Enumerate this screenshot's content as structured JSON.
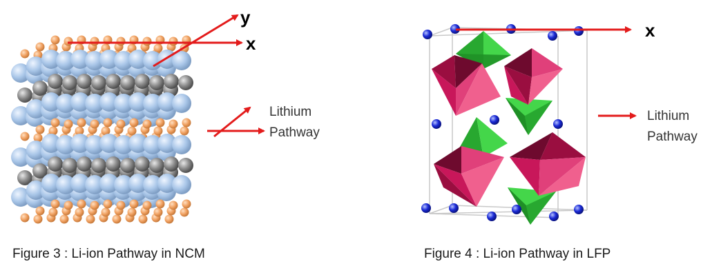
{
  "figure3": {
    "caption": "Figure 3 : Li-ion Pathway in NCM",
    "axis_y": "y",
    "axis_x": "x",
    "legend_line1": "Lithium",
    "legend_line2": "Pathway"
  },
  "figure4": {
    "caption": "Figure 4 : Li-ion Pathway in LFP",
    "axis_x": "x",
    "legend_line1": "Lithium",
    "legend_line2": "Pathway"
  },
  "colors": {
    "arrow": "#e31b1b",
    "oxygen": "#f0a060",
    "transition_metal": "#8e8e8e",
    "lithium_layer": "#a9c6e8",
    "octahedron": "#c8175a",
    "tetrahedron": "#35c83a",
    "li_atom": "#1a2ad6",
    "cell_edge": "#c8c8c8"
  }
}
